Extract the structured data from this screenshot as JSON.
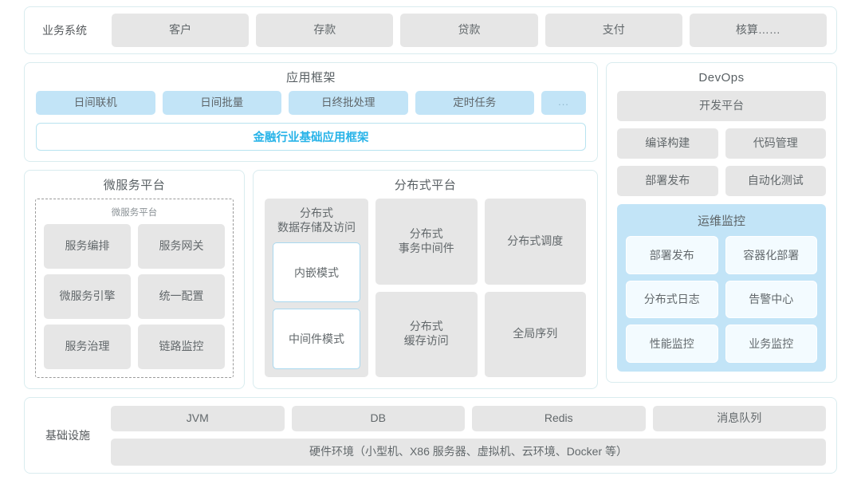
{
  "business_systems": {
    "label": "业务系统",
    "items": [
      "客户",
      "存款",
      "贷款",
      "支付",
      "核算……"
    ]
  },
  "app_framework": {
    "title": "应用框架",
    "tags": [
      "日间联机",
      "日间批量",
      "日终批处理",
      "定时任务"
    ],
    "ellipsis": "...",
    "foundation_bar": "金融行业基础应用框架",
    "foundation_color": "#27b3e8"
  },
  "microservice_platform": {
    "title": "微服务平台",
    "sub_title": "微服务平台",
    "items": [
      "服务编排",
      "服务网关",
      "微服务引擎",
      "统一配置",
      "服务治理",
      "链路监控"
    ]
  },
  "distributed_platform": {
    "title": "分布式平台",
    "storage": {
      "title": "分布式\n数据存储及访问",
      "modes": [
        "内嵌模式",
        "中间件模式"
      ]
    },
    "items": [
      "分布式\n事务中间件",
      "分布式调度",
      "分布式\n缓存访问",
      "全局序列"
    ]
  },
  "devops": {
    "title": "DevOps",
    "platform": "开发平台",
    "items": [
      "编译构建",
      "代码管理",
      "部署发布",
      "自动化测试"
    ]
  },
  "ops_monitor": {
    "title": "运维监控",
    "accent": "#c2e4f7",
    "items": [
      "部署发布",
      "容器化部署",
      "分布式日志",
      "告警中心",
      "性能监控",
      "业务监控"
    ]
  },
  "infrastructure": {
    "label": "基础设施",
    "items": [
      "JVM",
      "DB",
      "Redis",
      "消息队列"
    ],
    "hardware": "硬件环境（小型机、X86 服务器、虚拟机、云环境、Docker 等）"
  }
}
